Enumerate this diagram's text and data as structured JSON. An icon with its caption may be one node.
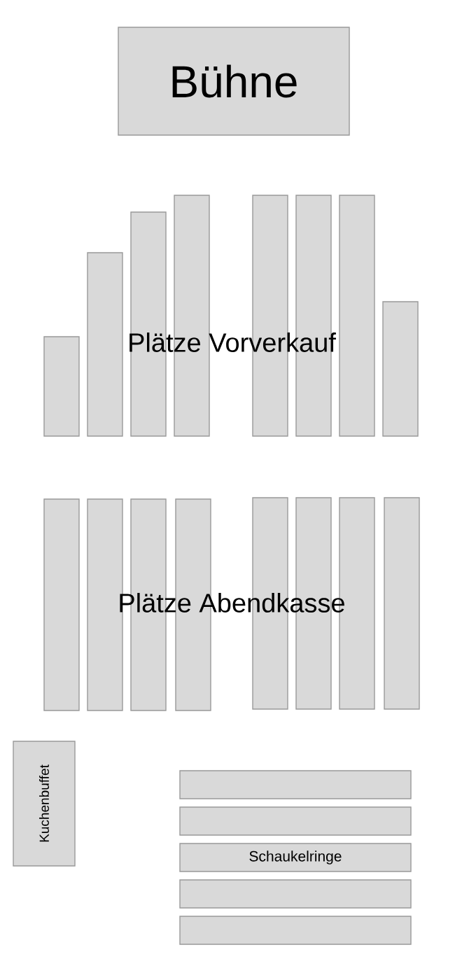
{
  "diagram": {
    "nodes": [
      {
        "text": [
          "Bühne"
        ]
      },
      {
        "text": [],
        "shape": "box"
      },
      {
        "text": [],
        "shape": "box"
      },
      {
        "text": [],
        "shape": "box"
      },
      {
        "text": [],
        "shape": "box"
      },
      {
        "text": [],
        "shape": "box"
      },
      {
        "text": [],
        "shape": "box"
      },
      {
        "text": [],
        "shape": "box"
      },
      {
        "text": [],
        "shape": "box"
      },
      {
        "text": [],
        "shape": "box"
      },
      {
        "text": [],
        "shape": "box"
      },
      {
        "text": [],
        "shape": "box"
      },
      {
        "text": [],
        "shape": "box"
      },
      {
        "text": [],
        "shape": "box"
      },
      {
        "text": [],
        "shape": "box"
      },
      {
        "text": [],
        "shape": "box"
      },
      {
        "text": [],
        "shape": "box"
      },
      {
        "text": [
          "Kuchenbuffet"
        ]
      },
      {
        "text": [],
        "shape": "box"
      },
      {
        "text": [],
        "shape": "box"
      },
      {
        "text": [
          "Schaukelringe"
        ]
      },
      {
        "text": [],
        "shape": "box"
      },
      {
        "text": [],
        "shape": "box"
      }
    ],
    "labels": [
      "Plätze Vorverkauf",
      "Plätze Abendkasse"
    ]
  }
}
